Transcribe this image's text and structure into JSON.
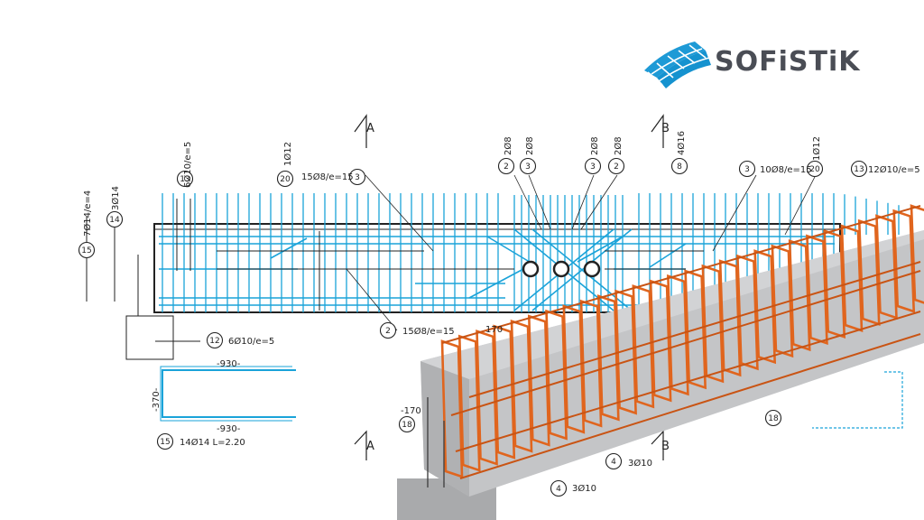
{
  "logo": {
    "text": "SOFiSTiK",
    "mark_color": "#1e9ad6",
    "text_color": "#4a4d55"
  },
  "section_markers": [
    "A",
    "B",
    "A",
    "B"
  ],
  "position_marks": [
    "13",
    "20",
    "3",
    "2",
    "3",
    "3",
    "2",
    "8",
    "3",
    "20",
    "13",
    "14",
    "15",
    "2",
    "12",
    "15",
    "18",
    "18",
    "4",
    "4"
  ],
  "labels": {
    "top_13": "6Ø10/e=5",
    "top_20": "1Ø12",
    "top_3_left": "15Ø8/e=15",
    "top_2_a": "2Ø8",
    "top_3_a": "2Ø8",
    "top_3_b": "2Ø8",
    "top_2_b": "2Ø8",
    "top_8": "4Ø16",
    "top_3_right": "10Ø8/e=15",
    "top_20_right": "1Ø12",
    "top_13_right": "12Ø10/e=5",
    "left_14": "3Ø14",
    "left_15": "7Ø14/e=4",
    "mid_2": "15Ø8/e=15",
    "bot_12": "6Ø10/e=5",
    "dim_930_top": "-930-",
    "dim_370": "-370-",
    "dim_930_bot": "-930-",
    "bar_15": "14Ø14  L=2.20",
    "dim_170_left": "170",
    "dim_170_b": "-170",
    "pos4_upper": "3Ø10",
    "pos4_lower": "3Ø10"
  },
  "colors": {
    "rebar_2d": "#1aa3d9",
    "rebar_3d": "#e0651e",
    "concrete": "#b9babc",
    "line": "#222222"
  }
}
